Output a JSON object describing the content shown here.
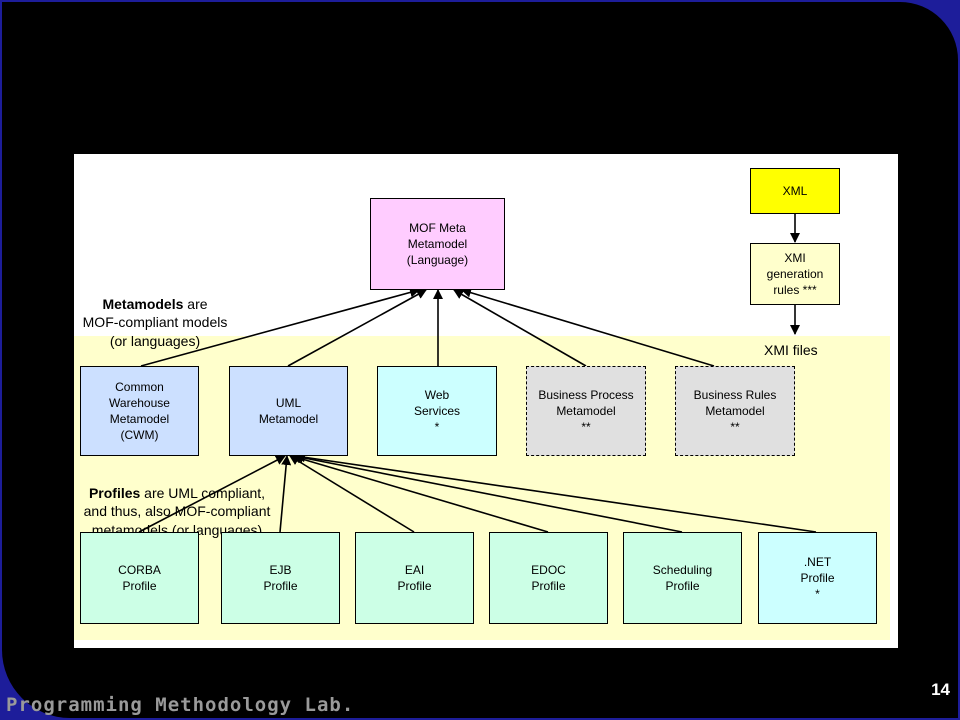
{
  "slide": {
    "page_number": "14",
    "footer": "Programming Methodology Lab."
  },
  "diagram": {
    "xml": "XML",
    "xmi_rules": "XMI\ngeneration\nrules ***",
    "xmi_files": "XMI files",
    "mof": "MOF Meta\nMetamodel\n(Language)",
    "metamodels_note": {
      "bold": "Metamodels",
      "rest": " are\nMOF-compliant models\n(or languages)"
    },
    "profiles_note": {
      "bold": "Profiles",
      "rest": " are UML compliant,\nand thus, also MOF-compliant\nmetamodels (or languages)"
    },
    "metamodels": [
      {
        "label": "Common\nWarehouse\nMetamodel\n(CWM)",
        "color": "#cce0ff"
      },
      {
        "label": "UML\nMetamodel",
        "color": "#cce0ff"
      },
      {
        "label": "Web\nServices\n*",
        "color": "#ccffff"
      },
      {
        "label": "Business Process\nMetamodel\n**",
        "color": "#e0e0e0"
      },
      {
        "label": "Business Rules\nMetamodel\n**",
        "color": "#e0e0e0"
      }
    ],
    "profiles": [
      {
        "label": "CORBA\nProfile",
        "color": "#ccffe6"
      },
      {
        "label": "EJB\nProfile",
        "color": "#ccffe6"
      },
      {
        "label": "EAI\nProfile",
        "color": "#ccffe6"
      },
      {
        "label": "EDOC\nProfile",
        "color": "#ccffe6"
      },
      {
        "label": "Scheduling\nProfile",
        "color": "#ccffe6"
      },
      {
        "label": ".NET\nProfile\n*",
        "color": "#ccffff"
      }
    ],
    "colors": {
      "background": "#1d1d9a",
      "slide": "#000000",
      "band": "#ffffcc",
      "mof": "#ffccff",
      "xml": "#ffff00",
      "xmi_rules": "#ffffcc"
    }
  }
}
